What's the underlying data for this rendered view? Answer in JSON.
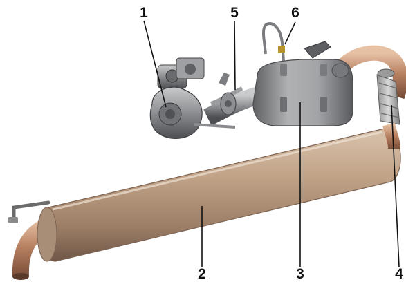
{
  "figure": {
    "background": "#ffffff",
    "leader_color": "#111111",
    "callouts": [
      {
        "id": "1",
        "label": "1"
      },
      {
        "id": "5",
        "label": "5"
      },
      {
        "id": "6",
        "label": "6"
      },
      {
        "id": "2",
        "label": "2"
      },
      {
        "id": "3",
        "label": "3"
      },
      {
        "id": "4",
        "label": "4"
      }
    ]
  }
}
